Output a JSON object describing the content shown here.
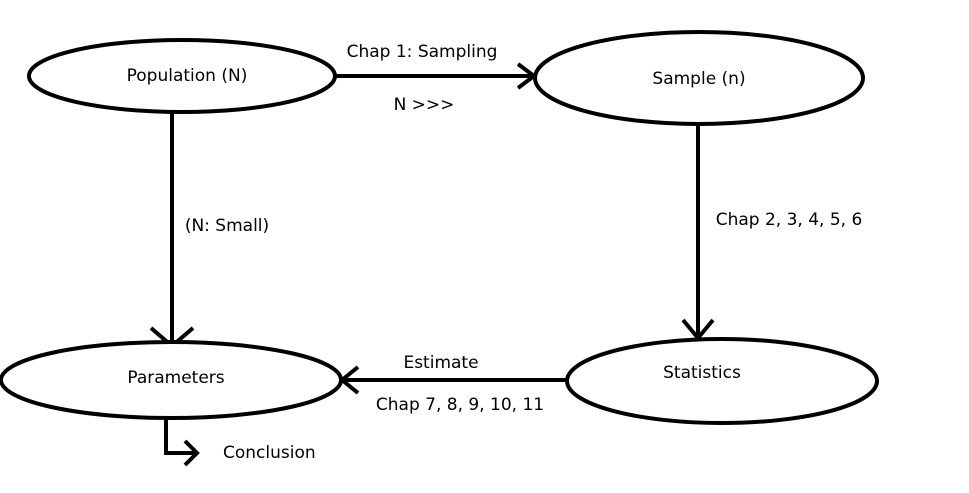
{
  "nodes": {
    "population": "Population (N)",
    "sample": "Sample (n)",
    "parameters": "Parameters",
    "statistics": "Statistics"
  },
  "edges": {
    "sampling_top": "Chap 1: Sampling",
    "sampling_bottom": "N >>>",
    "population_to_parameters": "(N: Small)",
    "sample_to_statistics": "Chap 2, 3, 4, 5, 6",
    "estimate_top": "Estimate",
    "estimate_bottom": "Chap 7, 8, 9, 10, 11",
    "conclusion": "Conclusion"
  },
  "colors": {
    "stroke": "#000000",
    "background": "#ffffff"
  }
}
